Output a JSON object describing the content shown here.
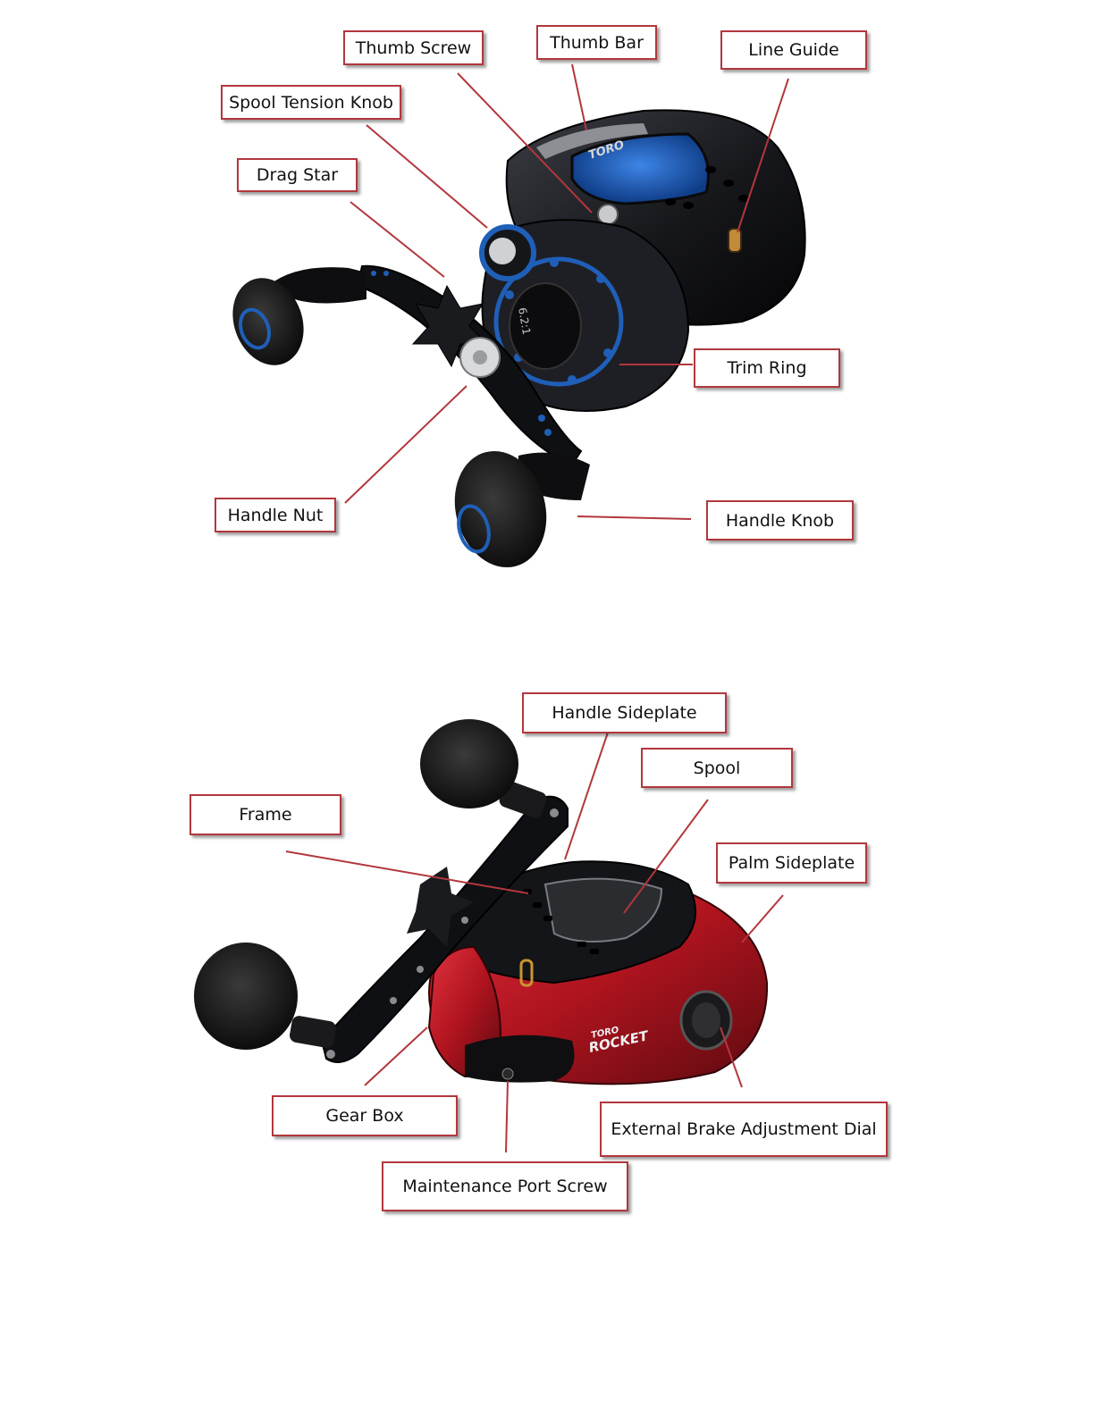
{
  "reel_top": {
    "labels": {
      "thumb_screw": "Thumb Screw",
      "thumb_bar": "Thumb Bar",
      "line_guide": "Line Guide",
      "spool_tension_knob": "Spool Tension Knob",
      "drag_star": "Drag Star",
      "trim_ring": "Trim Ring",
      "handle_nut": "Handle Nut",
      "handle_knob": "Handle Knob"
    },
    "brand_text": "TORO",
    "ratio_text": "6.2:1"
  },
  "reel_bottom": {
    "labels": {
      "handle_sideplate": "Handle Sideplate",
      "spool": "Spool",
      "frame": "Frame",
      "palm_sideplate": "Palm Sideplate",
      "gear_box": "Gear Box",
      "external_brake_adjustment_dial": "External Brake Adjustment Dial",
      "maintenance_port_screw": "Maintenance Port Screw"
    },
    "model_text_1": "TORO",
    "model_text_2": "ROCKET"
  },
  "colors": {
    "label_border": "#b2373d",
    "leader_line": "#b2373d",
    "top_reel_body": "#17181c",
    "top_reel_accent": "#1f5fb8",
    "bottom_reel_body": "#b0141f",
    "foam_knob": "#1b1b1b"
  }
}
